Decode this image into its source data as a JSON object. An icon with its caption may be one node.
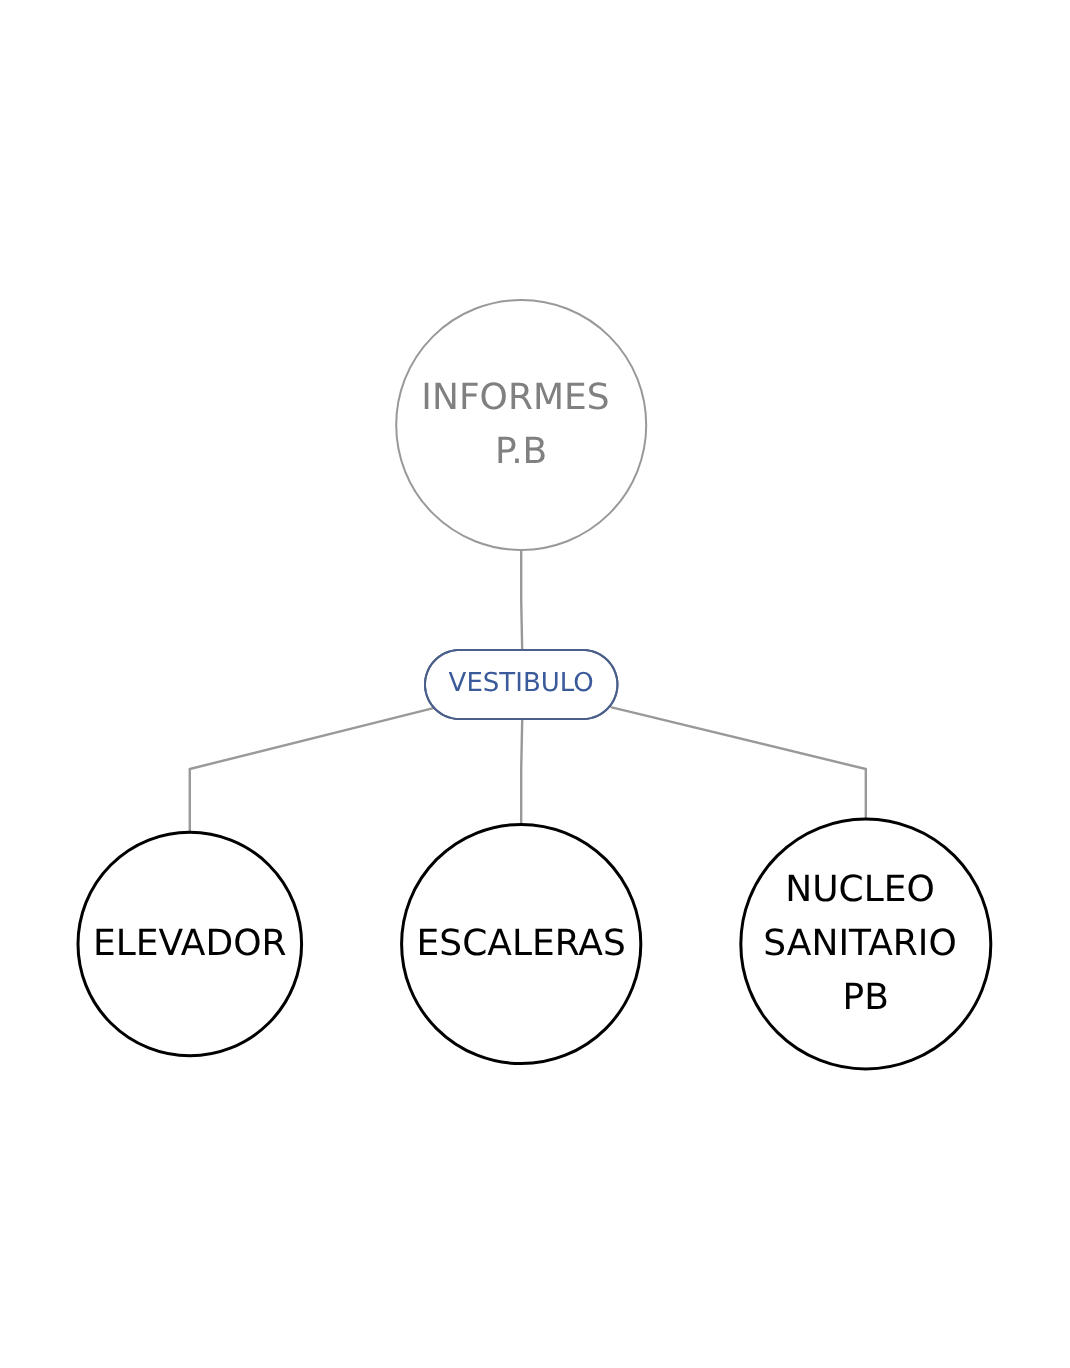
{
  "diagram": {
    "nodes": [
      {
        "text": [
          "INFORMES P.B"
        ]
      },
      {
        "text": [
          "VESTIBULO"
        ]
      },
      {
        "text": [
          "ELEVADOR"
        ]
      },
      {
        "text": [
          "ESCALERAS"
        ]
      },
      {
        "text": [
          "NUCLEO SANITARIO PB"
        ]
      }
    ],
    "edges": [
      {
        "from": 0,
        "to": 1,
        "arrow": "none"
      },
      {
        "from": 1,
        "to": 2,
        "arrow": "none"
      },
      {
        "from": 1,
        "to": 3,
        "arrow": "none"
      },
      {
        "from": 1,
        "to": 4,
        "arrow": "none"
      }
    ]
  }
}
